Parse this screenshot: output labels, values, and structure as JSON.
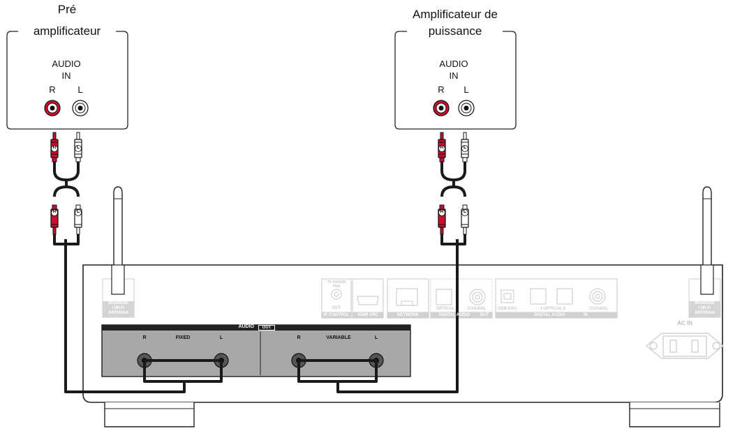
{
  "preamp": {
    "title_line1": "Pré",
    "title_line2": "amplificateur",
    "audio": "AUDIO",
    "in": "IN",
    "r": "R",
    "l": "L"
  },
  "poweramp": {
    "title_line1": "Amplificateur de",
    "title_line2": "puissance",
    "audio": "AUDIO",
    "in": "IN",
    "r": "R",
    "l": "L"
  },
  "plug_letters": {
    "r": "R",
    "l": "L"
  },
  "rear_panel": {
    "antenna_label_1": "Bluetooth",
    "antenna_label_2": "/ Wi-Fi",
    "antenna_label_3": "ANTENNA",
    "to_denon_1": "TO DENON",
    "to_denon_2": "PMA",
    "out": "OUT",
    "ir_control": "IR CONTROL",
    "hdmi_arc": "HDMI ARC",
    "network": "NETWORK",
    "optical": "OPTICAL",
    "coaxial": "COAXIAL",
    "digital_audio": "DIGITAL AUDIO",
    "usb_dac": "USB-DAC",
    "optical_in": "1  OPTICAL  2",
    "coaxial_in": "COAXIAL",
    "in": "IN",
    "ac_in": "AC IN",
    "audio_out_title": "AUDIO",
    "audio_out_box": "OUT",
    "fixed": "FIXED",
    "variable": "VARIABLE",
    "r": "R",
    "l": "L"
  },
  "colors": {
    "red_plug": "#c8102e",
    "cable": "#1a1a1a",
    "panel_gray": "#a8a8a8",
    "faded": "#d0d0d0"
  }
}
